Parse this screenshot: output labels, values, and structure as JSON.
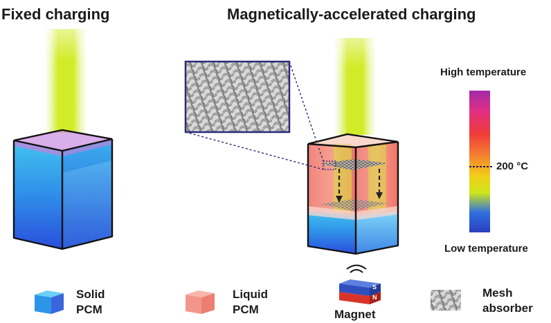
{
  "titles": {
    "fixed": "Fixed charging",
    "magnetic": "Magnetically-accelerated charging"
  },
  "temperature_scale": {
    "high": "High temperature",
    "mark": "200 °C",
    "low": "Low temperature",
    "colors": [
      "#a22aa8",
      "#e02e86",
      "#ef3a3a",
      "#f47c30",
      "#f2ce1a",
      "#cde61a",
      "#2f6fe0",
      "#2b3fbe"
    ]
  },
  "magnet": {
    "pole_s": "S",
    "pole_n": "N",
    "colors": {
      "top": "#2f4fbf",
      "bottom": "#d8342a"
    }
  },
  "legend": [
    {
      "icon": "solid-pcm",
      "line1": "Solid",
      "line2": "PCM",
      "color": "#2aa7ea"
    },
    {
      "icon": "liquid-pcm",
      "line1": "Liquid",
      "line2": "PCM",
      "color": "#f3968a"
    },
    {
      "icon": "magnet",
      "line1": "Magnet",
      "line2": ""
    },
    {
      "icon": "mesh-absorber",
      "line1": "Mesh",
      "line2": "absorber"
    }
  ]
}
